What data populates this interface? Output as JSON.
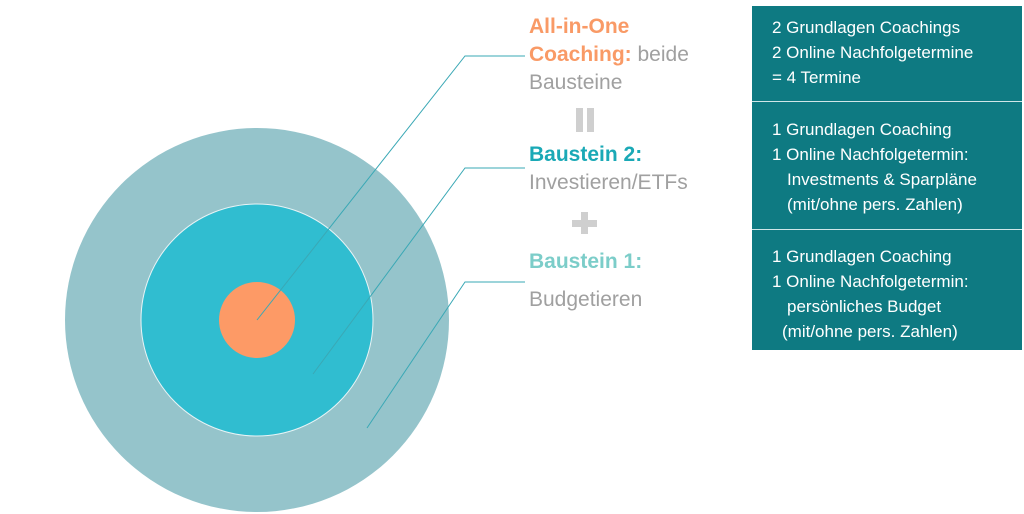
{
  "colors": {
    "outer": "#95c4cb",
    "middle": "#30bdd0",
    "inner": "#fd9a66",
    "box": "#0e7a82",
    "line": "#3aa8b5",
    "orange": "#f99a66",
    "teal": "#1aa9b6",
    "lightteal": "#7ccdc9",
    "gray": "#a0a0a0"
  },
  "labels": {
    "allinone": {
      "title": "All-in-One",
      "title2": "Coaching:",
      "rest": " beide",
      "line3": "Bausteine"
    },
    "equals": "II",
    "b2": {
      "title": "Baustein 2:",
      "text": "Investieren/ETFs"
    },
    "plus": "+",
    "b1": {
      "title": "Baustein 1:",
      "text": "Budgetieren"
    }
  },
  "box": {
    "allinone": [
      "2 Grundlagen Coachings",
      "2 Online Nachfolgetermine",
      "= 4 Termine"
    ],
    "b2": [
      "1 Grundlagen Coaching",
      "1 Online Nachfolgetermin:",
      "Investments & Sparpläne",
      "(mit/ohne pers. Zahlen)"
    ],
    "b1": [
      "1 Grundlagen Coaching",
      "1 Online Nachfolgetermin:",
      "persönliches Budget",
      "(mit/ohne pers. Zahlen)"
    ]
  }
}
